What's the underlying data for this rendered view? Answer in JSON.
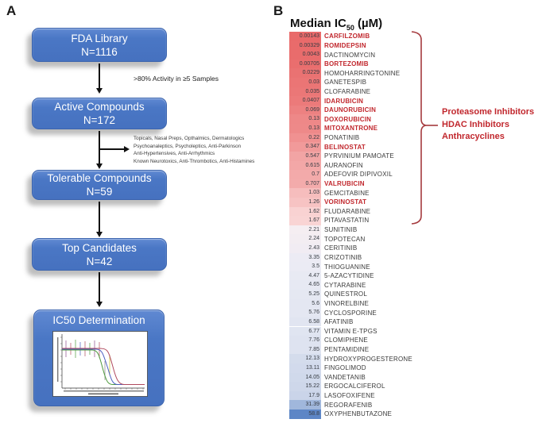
{
  "panel_a": {
    "label": "A",
    "boxes": [
      {
        "title": "FDA Library",
        "subtitle": "N=1116"
      },
      {
        "title": "Active Compounds",
        "subtitle": "N=172"
      },
      {
        "title": "Tolerable Compounds",
        "subtitle": "N=59"
      },
      {
        "title": "Top Candidates",
        "subtitle": "N=42"
      },
      {
        "title": "IC50 Determination"
      }
    ],
    "filter_note": ">80% Activity in ≥5 Samples",
    "exclusions": [
      "Topicals, Nasal Preps, Opthalmics, Dermatologics",
      "Psychoanaleptics, Psycholeptics, Anti-Parkinson",
      "Anti-Hypertensives, Anti-Arrhythmics",
      "Known Neurotoxics, Anti-Thrombotics, Anti-Histamines"
    ]
  },
  "panel_b": {
    "label": "B",
    "header": {
      "prefix": "Median IC",
      "sub": "50",
      "suffix": " (µM)"
    },
    "highlight_color": "#c1272d",
    "bracket_color": "#a53a3e",
    "bracket_labels": [
      "Proteasome Inhibitors",
      "HDAC Inhibitors",
      "Anthracyclines"
    ],
    "chart_data": {
      "type": "heatmap",
      "title": "Median IC50 (µM)",
      "value_unit": "µM",
      "colormap": "red-white-blue (low IC50 = red, high IC50 = blue)",
      "rows": [
        {
          "value": "0.00143",
          "name": "CARFILZOMIB",
          "red": true,
          "color": "#e96a6a"
        },
        {
          "value": "0.00329",
          "name": "ROMIDEPSIN",
          "red": true,
          "color": "#e96b6b"
        },
        {
          "value": "0.0043",
          "name": "DACTINOMYCIN",
          "red": false,
          "color": "#e96c6c"
        },
        {
          "value": "0.00705",
          "name": "BORTEZOMIB",
          "red": true,
          "color": "#ea6e6e"
        },
        {
          "value": "0.0229",
          "name": "HOMOHARRINGTONINE",
          "red": false,
          "color": "#ea7272"
        },
        {
          "value": "0.03",
          "name": "GANETESPIB",
          "red": false,
          "color": "#eb7575"
        },
        {
          "value": "0.035",
          "name": "CLOFARABINE",
          "red": false,
          "color": "#eb7777"
        },
        {
          "value": "0.0407",
          "name": "IDARUBICIN",
          "red": true,
          "color": "#ec7a7a"
        },
        {
          "value": "0.069",
          "name": "DAUNORUBICIN",
          "red": true,
          "color": "#ed8181"
        },
        {
          "value": "0.13",
          "name": "DOXORUBICIN",
          "red": true,
          "color": "#ee8888"
        },
        {
          "value": "0.13",
          "name": "MITOXANTRONE",
          "red": true,
          "color": "#ee8989"
        },
        {
          "value": "0.22",
          "name": "PONATINIB",
          "red": false,
          "color": "#f09191"
        },
        {
          "value": "0.347",
          "name": "BELINOSTAT",
          "red": true,
          "color": "#f19a9a"
        },
        {
          "value": "0.547",
          "name": "PYRVINIUM PAMOATE",
          "red": false,
          "color": "#f2a4a4"
        },
        {
          "value": "0.615",
          "name": "AURANOFIN",
          "red": false,
          "color": "#f3a7a7"
        },
        {
          "value": "0.7",
          "name": "ADEFOVIR DIPIVOXIL",
          "red": false,
          "color": "#f3aaaa"
        },
        {
          "value": "0.707",
          "name": "VALRUBICIN",
          "red": true,
          "color": "#f3abab"
        },
        {
          "value": "1.03",
          "name": "GEMCITABINE",
          "red": false,
          "color": "#f6bdbd"
        },
        {
          "value": "1.26",
          "name": "VORINOSTAT",
          "red": true,
          "color": "#f7c3c3"
        },
        {
          "value": "1.62",
          "name": "FLUDARABINE",
          "red": false,
          "color": "#f9d2d2"
        },
        {
          "value": "1.67",
          "name": "PITAVASTATIN",
          "red": false,
          "color": "#f9d4d4"
        },
        {
          "value": "2.21",
          "name": "SUNITINIB",
          "red": false,
          "color": "#f5eef2"
        },
        {
          "value": "2.24",
          "name": "TOPOTECAN",
          "red": false,
          "color": "#f3edf2"
        },
        {
          "value": "2.43",
          "name": "CERITINIB",
          "red": false,
          "color": "#f1ecf3"
        },
        {
          "value": "3.35",
          "name": "CRIZOTINIB",
          "red": false,
          "color": "#ecebf4"
        },
        {
          "value": "3.5",
          "name": "THIOGUANINE",
          "red": false,
          "color": "#ebebf4"
        },
        {
          "value": "4.47",
          "name": "5-AZACYTIDINE",
          "red": false,
          "color": "#e8eaf3"
        },
        {
          "value": "4.65",
          "name": "CYTARABINE",
          "red": false,
          "color": "#e7e9f3"
        },
        {
          "value": "5.25",
          "name": "QUINESTROL",
          "red": false,
          "color": "#e5e8f2"
        },
        {
          "value": "5.6",
          "name": "VINORELBINE",
          "red": false,
          "color": "#e4e7f2"
        },
        {
          "value": "5.76",
          "name": "CYCLOSPORINE",
          "red": false,
          "color": "#e4e7f2"
        },
        {
          "value": "6.58",
          "name": "AFATINIB",
          "red": false,
          "color": "#e1e5f1"
        },
        {
          "value": "6.77",
          "name": "VITAMIN E-TPGS",
          "red": false,
          "color": "#e0e5f1"
        },
        {
          "value": "7.76",
          "name": "CLOMIPHENE",
          "red": false,
          "color": "#dee3f0"
        },
        {
          "value": "7.85",
          "name": "PENTAMIDINE",
          "red": false,
          "color": "#dee3f0"
        },
        {
          "value": "12.13",
          "name": "HYDROXYPROGESTERONE",
          "red": false,
          "color": "#d4dcec"
        },
        {
          "value": "13.11",
          "name": "FINGOLIMOD",
          "red": false,
          "color": "#d2daec"
        },
        {
          "value": "14.05",
          "name": "VANDETANIB",
          "red": false,
          "color": "#d0d9eb"
        },
        {
          "value": "15.22",
          "name": "ERGOCALCIFEROL",
          "red": false,
          "color": "#ced7ea"
        },
        {
          "value": "17.9",
          "name": "LASOFOXIFENE",
          "red": false,
          "color": "#cad4e9"
        },
        {
          "value": "31.39",
          "name": "REGORAFENIB",
          "red": false,
          "color": "#a0b7dc"
        },
        {
          "value": "58.8",
          "name": "OXYPHENBUTAZONE",
          "red": false,
          "color": "#5d86c6"
        }
      ]
    }
  }
}
